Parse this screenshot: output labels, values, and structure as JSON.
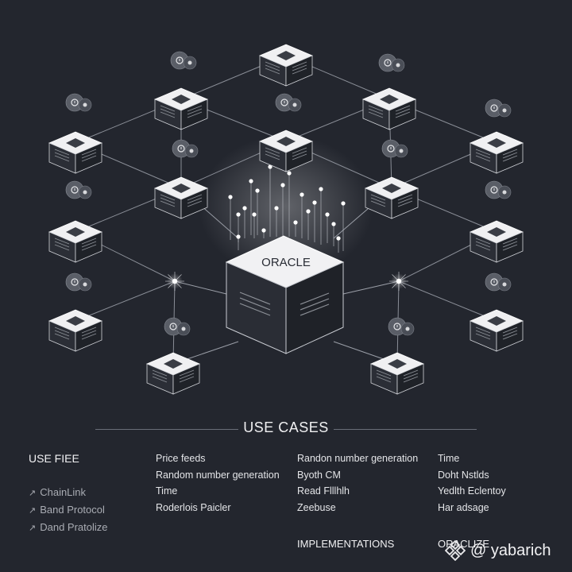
{
  "oracle": {
    "label": "ORACLE"
  },
  "section_title": "USE CASES",
  "left_column": {
    "heading": "USE FIEE",
    "items": [
      "ChainLink",
      "Band Protocol",
      "Dand Pratolize"
    ]
  },
  "col2": [
    "Price feeds",
    "Random number generation",
    "Time",
    "Roderlois Paicler"
  ],
  "col3": [
    "Randon number generation",
    "Byoth CM",
    "Read Flllhlh",
    "Zeebuse"
  ],
  "col4": [
    "Time",
    "Doht Nstlds",
    "Yedlth Eclentoy",
    "Har adsage"
  ],
  "footer": {
    "implementations": "IMPLEMENTATIONS",
    "oraclize": "ORACLIZE"
  },
  "watermark": {
    "text": "@ yabarich"
  },
  "colors": {
    "background": "#23262e",
    "accent": "#ffffff",
    "line": "#8a8e97"
  }
}
